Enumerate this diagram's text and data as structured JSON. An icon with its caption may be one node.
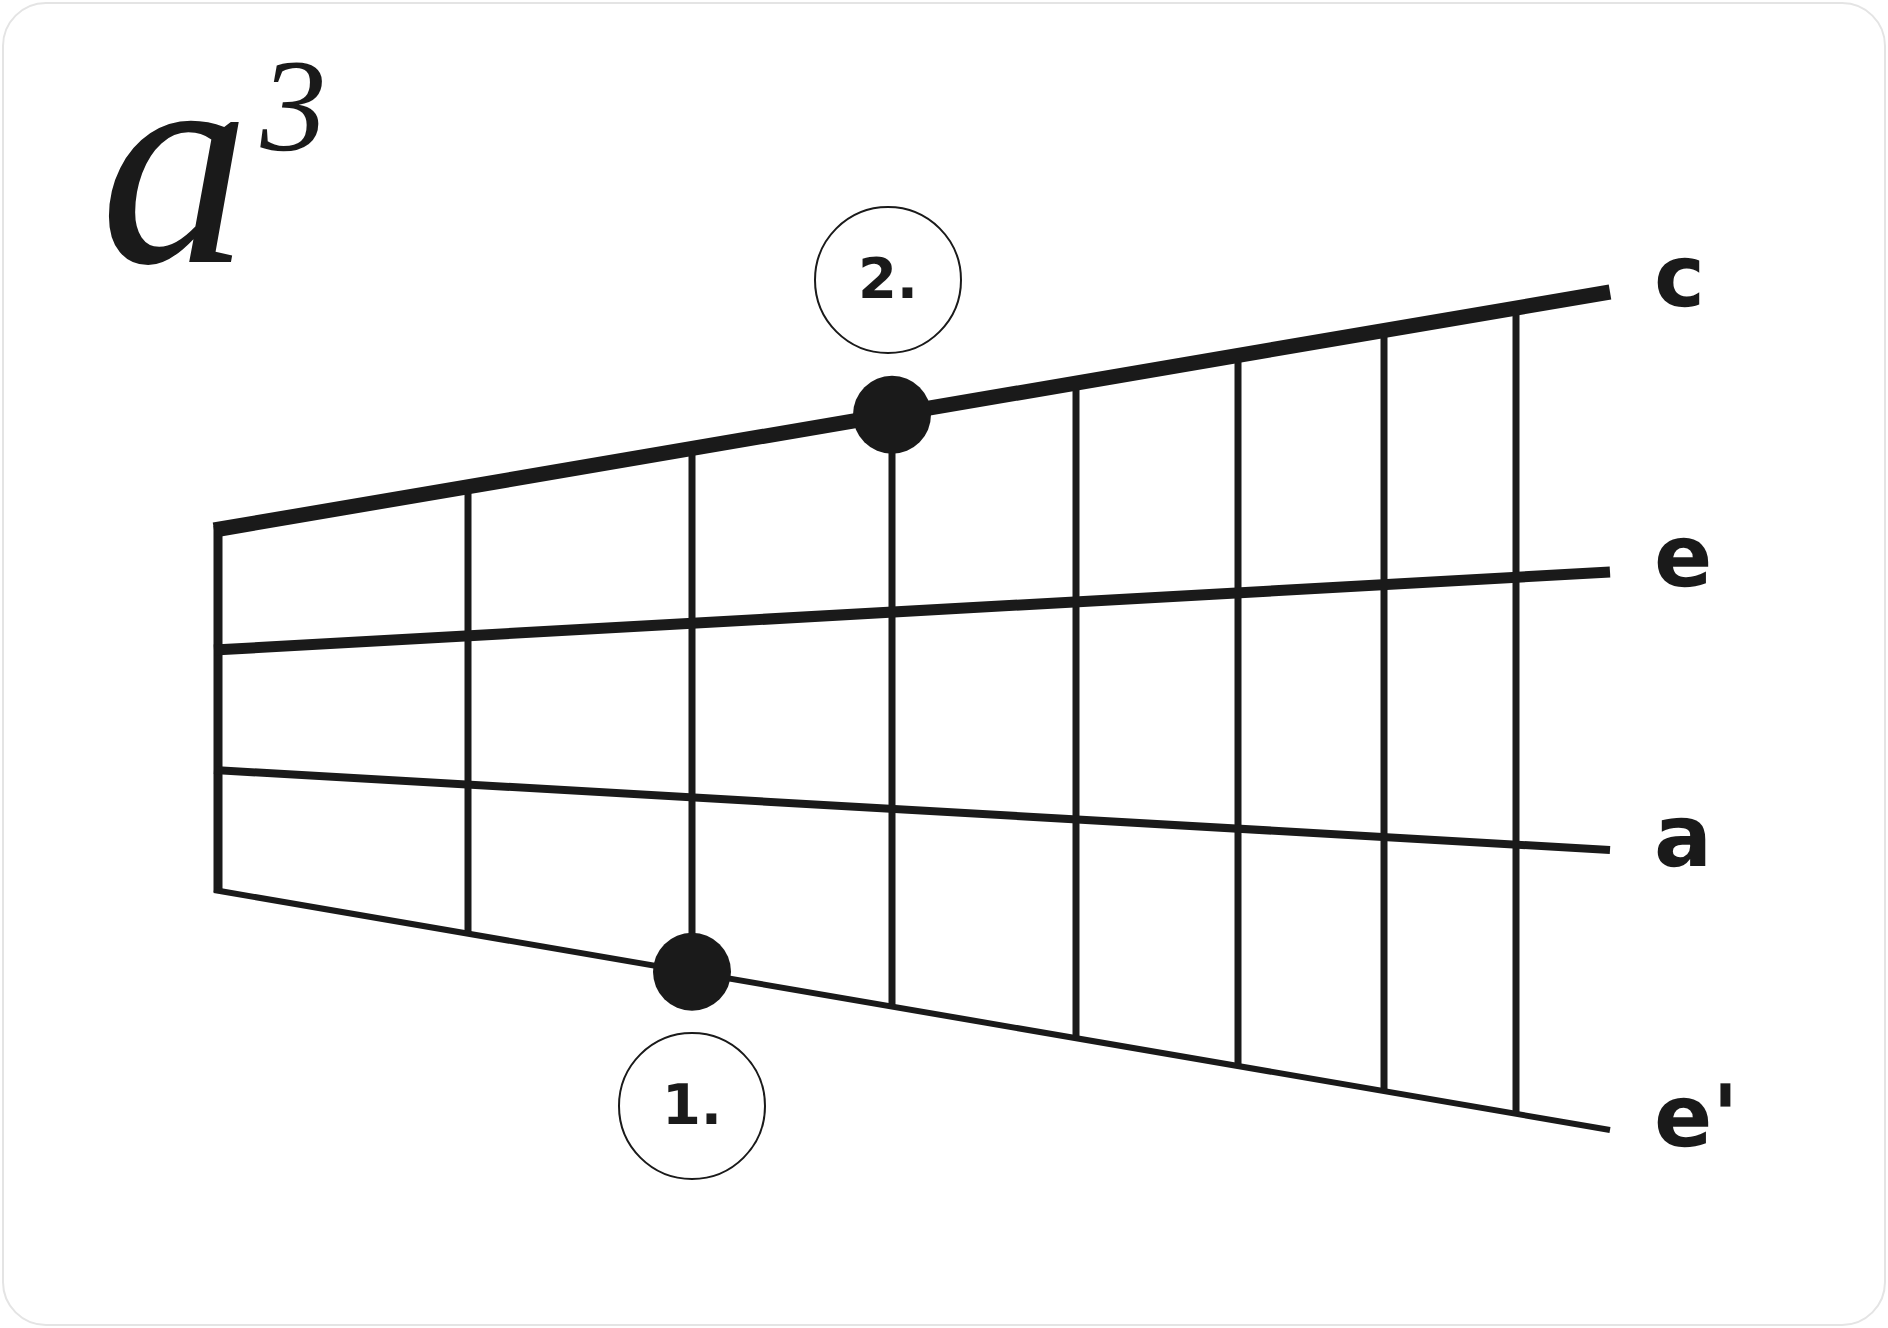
{
  "diagram": {
    "title": "a$^{3}$",
    "nodes": [
      {
        "text": [
          "2."
        ]
      },
      {
        "text": [
          "1."
        ]
      }
    ],
    "labels": [
      "c",
      "e",
      "a",
      "e'"
    ]
  }
}
